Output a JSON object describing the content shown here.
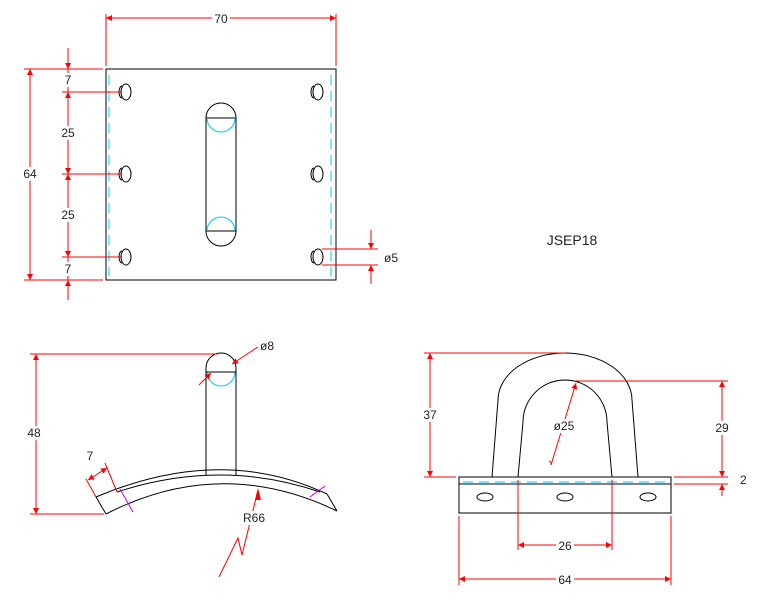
{
  "drawing": {
    "part_number": "JSEP18",
    "colors": {
      "dimension": "#ff0000",
      "centerline": "#00c8ff",
      "section": "#c000ff",
      "outline": "#000000"
    },
    "top_view": {
      "width": "70",
      "height": "64",
      "hole_edge_top": "7",
      "hole_pitch_1": "25",
      "hole_pitch_2": "25",
      "hole_edge_bottom": "7",
      "hole_dia": "ø5"
    },
    "side_view": {
      "height": "48",
      "rod_dia": "ø8",
      "flange_width": "7",
      "radius": "R66"
    },
    "front_view": {
      "height": "37",
      "inner_height": "29",
      "plate_thickness": "2",
      "bend_dia": "ø25",
      "leg_spacing": "26",
      "plate_width": "64"
    }
  }
}
